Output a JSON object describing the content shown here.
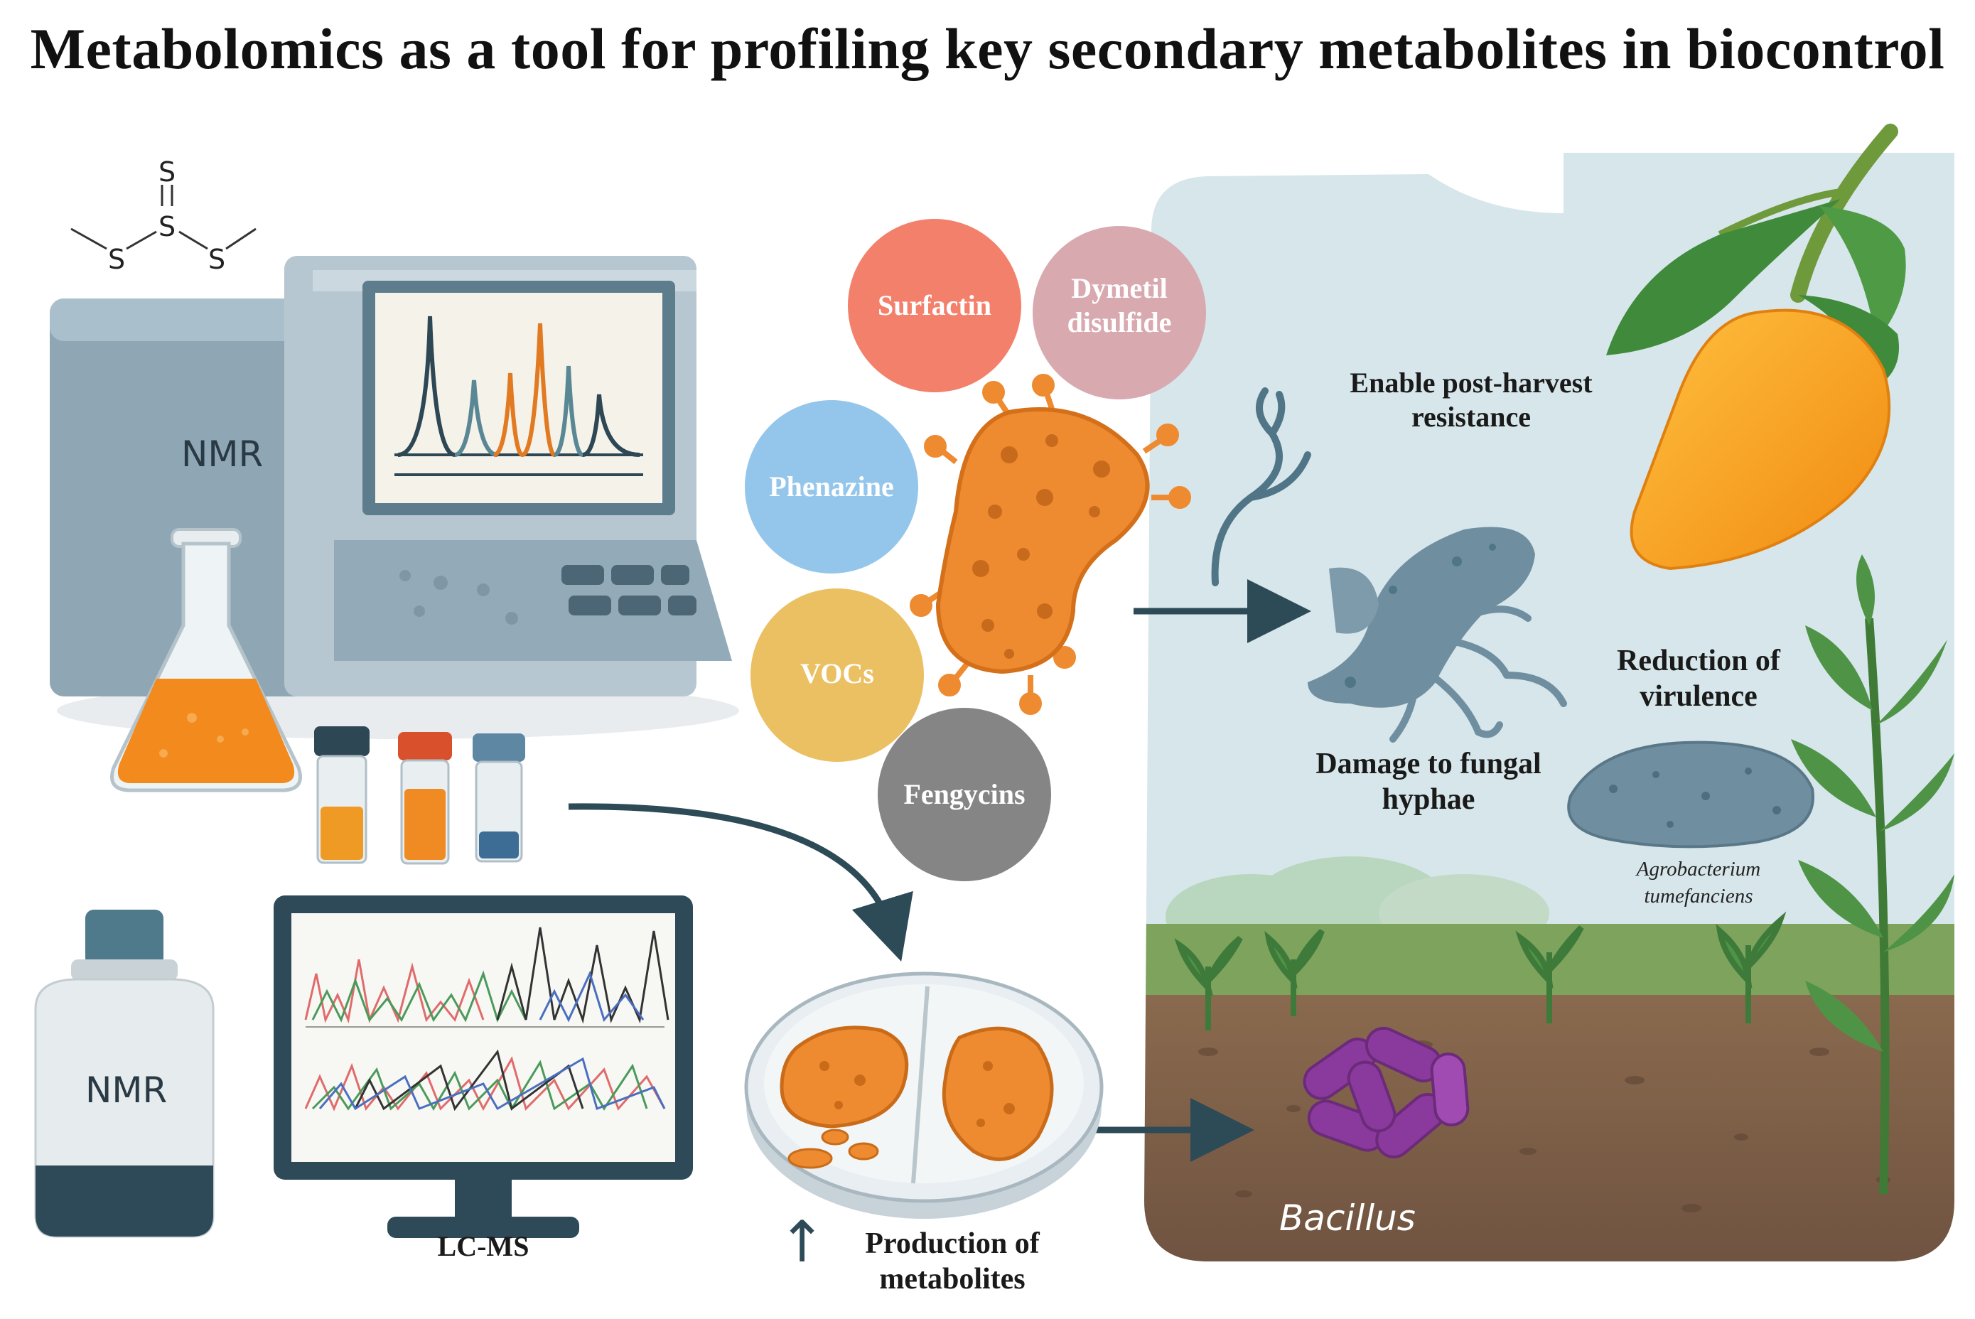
{
  "title": "Metabolomics as a tool for profiling key secondary metabolites in biocontrol",
  "molecule": {
    "atoms": [
      "S",
      "S",
      "S",
      "S"
    ],
    "bonds": [
      "="
    ]
  },
  "instruments": {
    "nmr_machine_label": "NMR",
    "nmr_bottle_label": "NMR",
    "lcms_label": "LC-MS"
  },
  "metabolites": [
    {
      "id": "surfactin",
      "label": "Surfactin",
      "color": "#f3806b"
    },
    {
      "id": "dymetil",
      "label": "Dymetil disulfide",
      "color": "#d9a9b0"
    },
    {
      "id": "phenazine",
      "label": "Phenazine",
      "color": "#94c6ec"
    },
    {
      "id": "vocs",
      "label": "VOCs",
      "color": "#ebc063"
    },
    {
      "id": "fengycins",
      "label": "Fengycins",
      "color": "#858585"
    }
  ],
  "effects": {
    "resistance": "Enable post-harvest resistance",
    "hyphae": "Damage to fungal hyphae",
    "virulence": "Reduction of virulence",
    "agrobacterium": "Agrobacterium tumefanciens",
    "bacillus": "Bacillus"
  },
  "production": {
    "arrow": "↑",
    "label": "Production of metabolites"
  },
  "colors": {
    "sky": "#d6e6ea",
    "soil": "#7a5c45",
    "grass": "#7ea35c",
    "arrow": "#2d4a57",
    "bacterium_orange": "#ee8a30",
    "mango": "#f5a62a",
    "bacillus_purple": "#8a3a9c",
    "fungus": "#6f8fa0"
  }
}
